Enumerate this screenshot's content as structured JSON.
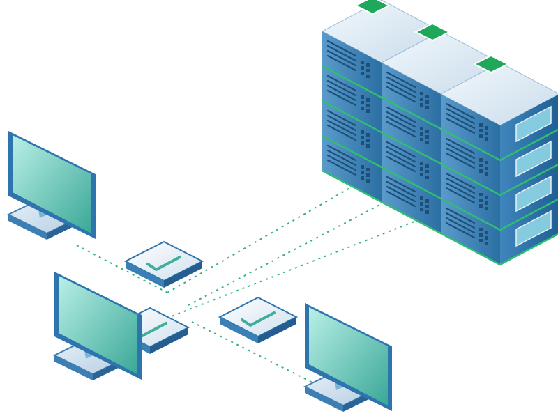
{
  "scene": {
    "servers": [
      {
        "units": 4,
        "icon": "server-rack-icon"
      },
      {
        "units": 4,
        "icon": "server-rack-icon"
      },
      {
        "units": 4,
        "icon": "server-rack-icon"
      }
    ],
    "computers": [
      {
        "icon": "desktop-monitor-icon"
      },
      {
        "icon": "desktop-monitor-icon"
      },
      {
        "icon": "desktop-monitor-icon"
      }
    ],
    "packets": [
      {
        "icon": "checkmark-tile-icon"
      },
      {
        "icon": "checkmark-tile-icon"
      },
      {
        "icon": "checkmark-tile-icon"
      }
    ],
    "colors": {
      "server_top": "#e3eef7",
      "server_face_left": "#2c6fa3",
      "server_face_right": "#4e93c6",
      "server_edge": "#2fbf71",
      "status_chip": "#1fa85a",
      "screen_light": "#a8e8de",
      "screen_dark": "#3fae9d",
      "monitor_frame": "#2e74ad",
      "link_line": "#34b37a"
    }
  }
}
